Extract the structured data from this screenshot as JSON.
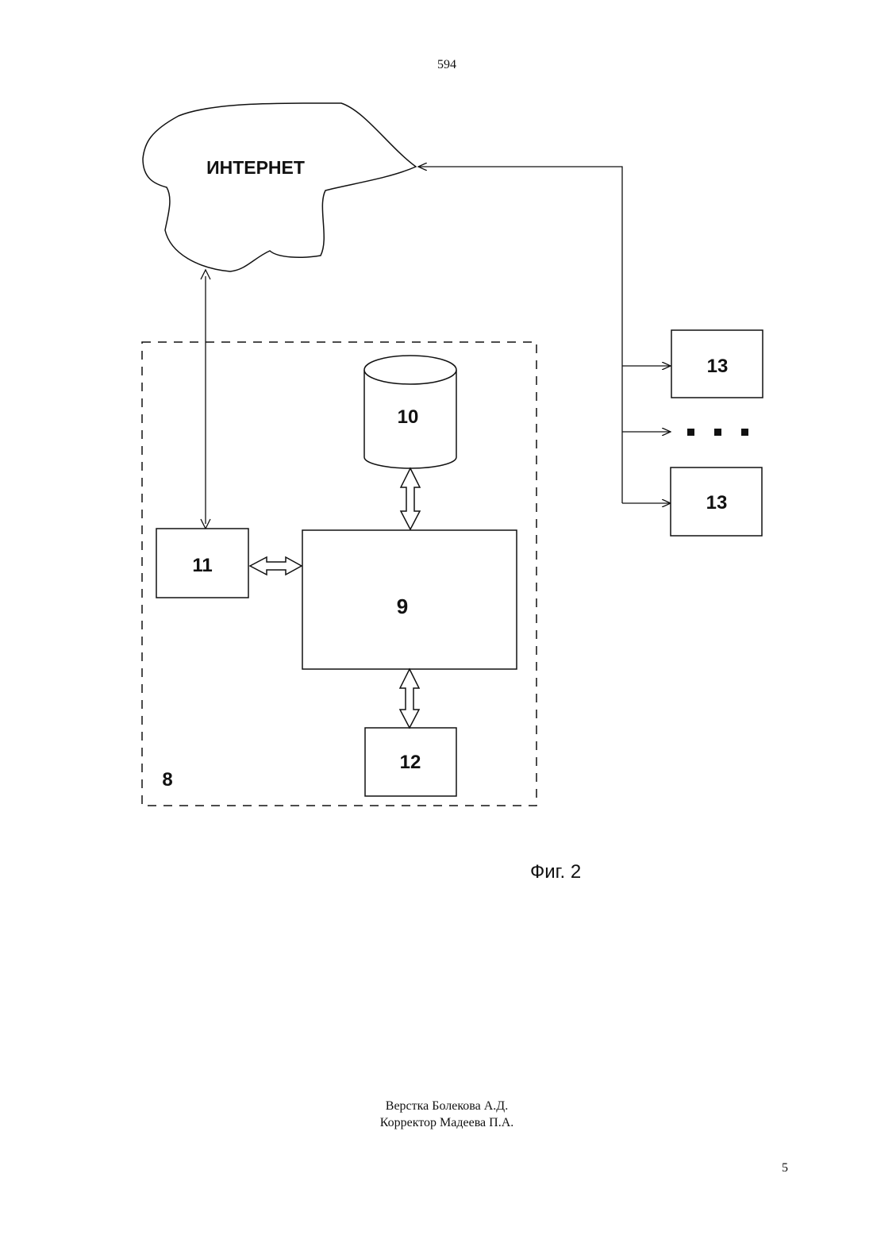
{
  "document": {
    "header_number": "594",
    "figure_caption": "Фиг. 2",
    "credits": {
      "line1": "Верстка Болекова А.Д.",
      "line2": "Корректор Мадеева П.А."
    },
    "page_number": "5"
  },
  "diagram": {
    "internet_label": "ИНТЕРНЕТ",
    "system_label": "8",
    "blocks": {
      "controller": "9",
      "database": "10",
      "interface": "11",
      "unit_12": "12",
      "terminal_1": "13",
      "terminal_2": "13"
    }
  }
}
